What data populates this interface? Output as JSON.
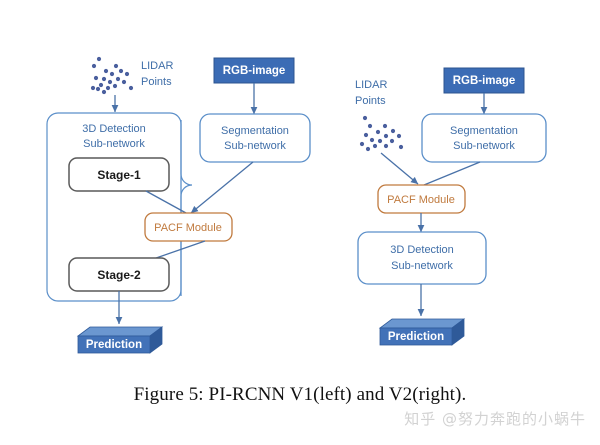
{
  "figure": {
    "caption": "Figure 5: PI-RCNN V1(left) and V2(right).",
    "watermark": "知乎 @努力奔跑的小蜗牛"
  },
  "colors": {
    "flow_blue": "#4a72a8",
    "node_border_blue": "#5b8fc9",
    "node_text_blue": "#3f6ea8",
    "solid_blue_fill": "#3b6cb5",
    "prediction_front": "#4272b8",
    "prediction_top": "#6b97d0",
    "prediction_side": "#2f5a99",
    "pacf_border": "#c07a3e",
    "pacf_text": "#c07a3e",
    "stage_border": "#595959",
    "stage_text": "#1a1a1a",
    "lidar_dot": "#4a5f9e",
    "caption_text": "#111111",
    "watermark_text": "#d2d2d2",
    "background": "#ffffff"
  },
  "v1": {
    "name": "PI-RCNN V1",
    "lidar_label_line1": "LIDAR",
    "lidar_label_line2": "Points",
    "rgb_image": "RGB-image",
    "detection_container_line1": "3D Detection",
    "detection_container_line2": "Sub-network",
    "segmentation_line1": "Segmentation",
    "segmentation_line2": "Sub-network",
    "stage1": "Stage-1",
    "stage2": "Stage-2",
    "pacf": "PACF Module",
    "prediction": "Prediction"
  },
  "v2": {
    "name": "PI-RCNN V2",
    "lidar_label_line1": "LIDAR",
    "lidar_label_line2": "Points",
    "rgb_image": "RGB-image",
    "segmentation_line1": "Segmentation",
    "segmentation_line2": "Sub-network",
    "pacf": "PACF Module",
    "detection_line1": "3D Detection",
    "detection_line2": "Sub-network",
    "prediction": "Prediction"
  },
  "chart_data": {
    "type": "diagram",
    "title": "Figure 5: PI-RCNN V1(left) and V2(right).",
    "panels": [
      {
        "name": "V1 (left)",
        "nodes": [
          {
            "id": "lidar_v1",
            "label": "LIDAR Points",
            "shape": "point-cloud"
          },
          {
            "id": "rgb_v1",
            "label": "RGB-image",
            "shape": "filled-rect"
          },
          {
            "id": "det_v1",
            "label": "3D Detection Sub-network",
            "shape": "container"
          },
          {
            "id": "seg_v1",
            "label": "Segmentation Sub-network",
            "shape": "rounded-rect"
          },
          {
            "id": "stage1",
            "label": "Stage-1",
            "shape": "rounded-rect"
          },
          {
            "id": "pacf_v1",
            "label": "PACF Module",
            "shape": "rounded-rect"
          },
          {
            "id": "stage2",
            "label": "Stage-2",
            "shape": "rounded-rect"
          },
          {
            "id": "pred_v1",
            "label": "Prediction",
            "shape": "cube"
          }
        ],
        "edges": [
          {
            "from": "lidar_v1",
            "to": "det_v1"
          },
          {
            "from": "rgb_v1",
            "to": "seg_v1"
          },
          {
            "from": "stage1",
            "to": "pacf_v1"
          },
          {
            "from": "seg_v1",
            "to": "pacf_v1"
          },
          {
            "from": "det_v1",
            "to": "pacf_v1"
          },
          {
            "from": "pacf_v1",
            "to": "stage2"
          },
          {
            "from": "stage2",
            "to": "pred_v1"
          }
        ]
      },
      {
        "name": "V2 (right)",
        "nodes": [
          {
            "id": "lidar_v2",
            "label": "LIDAR Points",
            "shape": "point-cloud"
          },
          {
            "id": "rgb_v2",
            "label": "RGB-image",
            "shape": "filled-rect"
          },
          {
            "id": "seg_v2",
            "label": "Segmentation Sub-network",
            "shape": "rounded-rect"
          },
          {
            "id": "pacf_v2",
            "label": "PACF Module",
            "shape": "rounded-rect"
          },
          {
            "id": "det_v2",
            "label": "3D Detection Sub-network",
            "shape": "rounded-rect"
          },
          {
            "id": "pred_v2",
            "label": "Prediction",
            "shape": "cube"
          }
        ],
        "edges": [
          {
            "from": "rgb_v2",
            "to": "seg_v2"
          },
          {
            "from": "lidar_v2",
            "to": "pacf_v2"
          },
          {
            "from": "seg_v2",
            "to": "pacf_v2"
          },
          {
            "from": "pacf_v2",
            "to": "det_v2"
          },
          {
            "from": "det_v2",
            "to": "pred_v2"
          }
        ]
      }
    ]
  }
}
